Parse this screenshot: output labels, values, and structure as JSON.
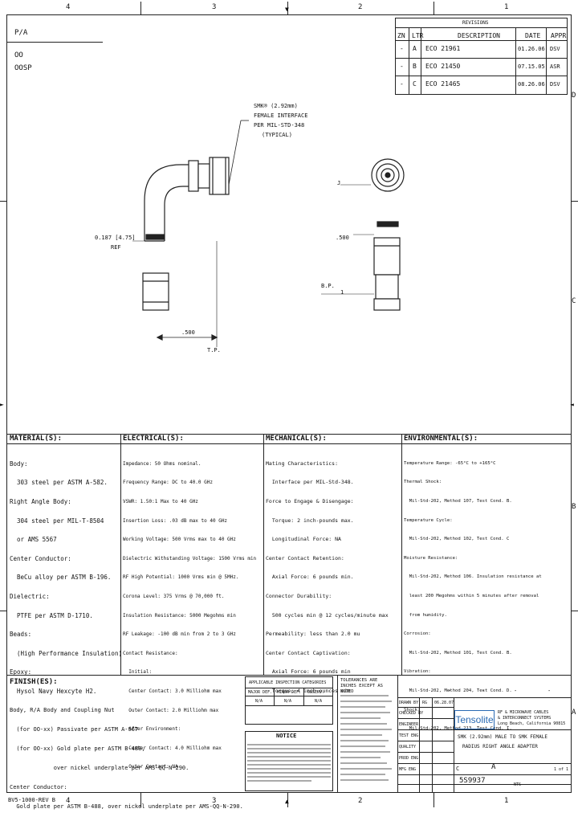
{
  "border": {
    "top_zones": [
      "4",
      "3",
      "2",
      "1"
    ],
    "bottom_zones": [
      "4",
      "3",
      "2",
      "1"
    ],
    "right_zones": [
      "D",
      "C",
      "B",
      "A"
    ]
  },
  "top_left": {
    "label1": "P/A",
    "label2": "OO",
    "label3": "OOSP"
  },
  "revisions": {
    "title": "REVISIONS",
    "headers": [
      "ZN",
      "LTR",
      "DESCRIPTION",
      "DATE",
      "APPR"
    ],
    "rows": [
      {
        "zone": "-",
        "ltr": "A",
        "desc": "ECO 21961",
        "date": "01.26.06",
        "appr": "DSV"
      },
      {
        "zone": "-",
        "ltr": "B",
        "desc": "ECO 21450",
        "date": "07.15.05",
        "appr": "ASR"
      },
      {
        "zone": "-",
        "ltr": "C",
        "desc": "ECO 21465",
        "date": "08.26.06",
        "appr": "DSV"
      }
    ]
  },
  "drawing": {
    "callout_lines": [
      "SMK® (2.92mm)",
      "FEMALE INTERFACE",
      "PER MIL-STD-348",
      "(TYPICAL)"
    ],
    "dim_left_a": "0.187 [4.75]",
    "dim_left_b": "REF",
    "dim_side": ".500",
    "dim_bottom": ".500",
    "tp_label": "T.P.",
    "bp_label": "B.P.",
    "one_label": "1",
    "j_label": "J"
  },
  "material": {
    "header": "MATERIAL(S):",
    "lines": [
      "Body:",
      "  303 steel per ASTM A-582.",
      "Right Angle Body:",
      "  304 steel per MIL-T-8504",
      "  or AMS 5567",
      "Center Conductor:",
      "  BeCu alloy per ASTM B-196.",
      "Dielectric:",
      "  PTFE per ASTM D-1710.",
      "Beads:",
      "  (High Performance Insulation)",
      "Epoxy:",
      "  Hysol Navy Hexcyte H2."
    ]
  },
  "electrical": {
    "header": "ELECTRICAL(S):",
    "lines": [
      "Impedance: 50 Ohms nominal.",
      "Frequency Range: DC to 40.0 GHz",
      "VSWR: 1.50:1 Max to 40 GHz",
      "Insertion Loss: .03 dB max to 40 GHz",
      "Working Voltage: 500 Vrms max to 40 GHz",
      "Dielectric Withstanding Voltage: 1500 Vrms min",
      "RF High Potential: 1000 Vrms min @ 5MHz.",
      "Corona Level: 375 Vrms @ 70,000 ft.",
      "Insulation Resistance: 5000 Megohms min",
      "RF Leakage: -100 dB min from 2 to 3 GHz",
      "Contact Resistance:",
      "  Initial:",
      "  Center Contact: 3.0 Milliohm max",
      "  Outer Contact: 2.0 Milliohm max",
      "  After Environment:",
      "  Center Contact: 4.0 Milliohm max",
      "  Outer Contact: NA"
    ]
  },
  "mechanical": {
    "header": "MECHANICAL(S):",
    "lines": [
      "Mating Characteristics:",
      "  Interface per MIL-Std-348.",
      "Force to Engage & Disengage:",
      "  Torque: 2 inch-pounds max.",
      "  Longitudinal Force: NA",
      "Center Contact Retention:",
      "  Axial Force: 6 pounds min.",
      "Connector Durability:",
      "  500 cycles min @ 12 cycles/minute max",
      "Permeability: less than 2.0 mu",
      "Center Contact Captivation:",
      "  Axial Force: 6 pounds min",
      "  Torque: 4 inch-ounces min"
    ]
  },
  "environmental": {
    "header": "ENVIRONMENTAL(S):",
    "lines": [
      "Temperature Range: -65°C to +165°C",
      "Thermal Shock:",
      "  Mil-Std-202, Method 107, Test Cond. B.",
      "Temperature Cycle:",
      "  Mil-Std-202, Method 102, Test Cond. C",
      "Moisture Resistance:",
      "  Mil-Std-202, Method 106. Insulation resistance at",
      "  least 200 Megohms within 5 minutes after removal",
      "  from humidity.",
      "Corrosion:",
      "  Mil-Std-202, Method 101, Test Cond. B.",
      "Vibration:",
      "  Mil-Std-202, Method 204, Test Cond. D.",
      "Shock:",
      "  Mil-Std-202, Method 213, Test Cond. I."
    ]
  },
  "finish": {
    "header": "FINISH(ES):",
    "lines": [
      "Body, R/A Body and Coupling Nut",
      "  (for OO-xx) Passivate per ASTM A-967",
      "  (for OO-xx) Gold plate per ASTM B-488,",
      "             over nickel underplate per AMS-QQ-N-290.",
      "Center Conductor:",
      "  Gold plate per ASTM B-488, over nickel underplate per AMS-QQ-N-290."
    ]
  },
  "title_block": {
    "company": "Tensolite",
    "company_line1": "RF & MICROWAVE CABLES",
    "company_line2": "& INTERCONNECT SYSTEMS",
    "company_line3": "Long Beach, California 90815",
    "title_line1": "SMK (2.92mm) MALE TO SMK FEMALE",
    "title_line2": "RADIUS RIGHT ANGLE ADAPTER",
    "size": "C",
    "dwg_no": "5S9937",
    "rev": "A",
    "scale": "NTS",
    "sheet": "1 of 1",
    "notice": "NOTICE",
    "tolerances": "TOLERANCES ARE INCHES EXCEPT AS NOTED",
    "inspection_title": "APPLICABLE INSPECTION CATEGORIES",
    "inspection_headers": [
      "MAJOR DEF.",
      "MINOR DEF.",
      "OBSERV."
    ],
    "inspection_values": [
      "N/A",
      "N/A",
      "N/A"
    ],
    "drawn_by": "RG",
    "drawn_date": "06.28.07",
    "approval_rows": [
      "DRAWN BY",
      "CHECKED BY",
      "ENGINEER",
      "TEST ENG",
      "QUALITY",
      "PROD ENG",
      "MFG ENG"
    ],
    "top_dashes": [
      "-",
      "-",
      "-",
      "-"
    ],
    "footer_code": "BV5-1000-REV B"
  }
}
